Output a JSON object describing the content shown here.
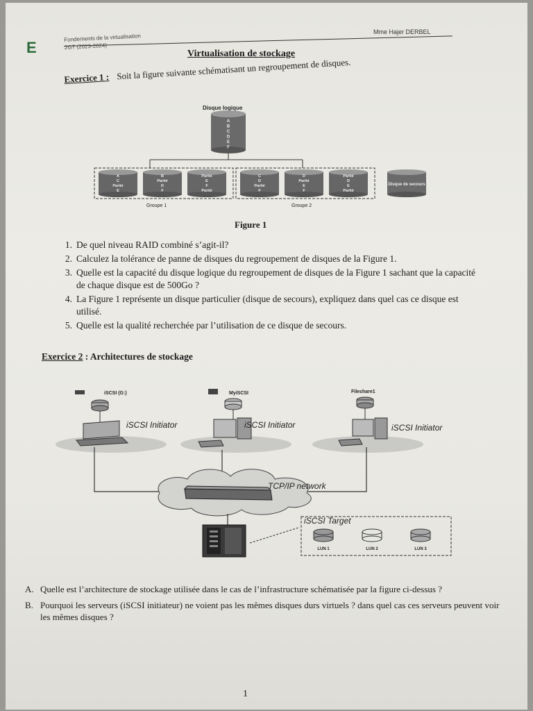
{
  "header": {
    "course": "Fondements de la virtualisation",
    "class_year": "2GT (2023-2024)",
    "teacher": "Mme Hajer DERBEL",
    "logo_letter": "E"
  },
  "title": "Virtualisation de stockage",
  "exercise1": {
    "label": "Exercice 1 :",
    "intro": "Soit la figure suivante schématisant un regroupement de disques.",
    "figure": {
      "logical_disk_title": "Disque logique",
      "logical_disk_letters": [
        "A",
        "B",
        "C",
        "D",
        "E",
        "F"
      ],
      "groups": [
        {
          "label": "Groupe 1",
          "disks": [
            [
              "A",
              "C",
              "Parité",
              "E"
            ],
            [
              "B",
              "Parité",
              "D",
              "F"
            ],
            [
              "Parité",
              "E",
              "F",
              "Parité"
            ]
          ]
        },
        {
          "label": "Groupe 2",
          "disks": [
            [
              "C",
              "D",
              "Parité",
              "F"
            ],
            [
              "D",
              "Parité",
              "E",
              "F"
            ],
            [
              "Parité",
              "D",
              "E",
              "Parité"
            ]
          ]
        }
      ],
      "spare_label": "Disque de secours",
      "caption": "Figure 1"
    },
    "questions": [
      {
        "num": "1.",
        "text": "De quel niveau RAID combiné s’agit-il?"
      },
      {
        "num": "2.",
        "text": "Calculez la tolérance de panne de disques du regroupement de disques de la Figure 1."
      },
      {
        "num": "3.",
        "text": "Quelle est la capacité du disque logique du regroupement de disques de la Figure 1 sachant que la capacité de chaque disque est de 500Go ?"
      },
      {
        "num": "4.",
        "text": "La Figure 1 représente un disque particulier (disque de secours), expliquez dans quel cas ce disque est utilisé."
      },
      {
        "num": "5.",
        "text": "Quelle est la qualité recherchée par l’utilisation de ce disque de secours."
      }
    ]
  },
  "exercise2": {
    "label": "Exercice 2",
    "title": ": Architectures de stockage",
    "figure": {
      "initiators": [
        {
          "disk_label": "iSCSI (G:)",
          "initiator_label": "iSCSI Initiator"
        },
        {
          "disk_label": "MyiSCSI",
          "initiator_label": "iSCSI Initiator"
        },
        {
          "disk_label": "Fileshare1",
          "initiator_label": "iSCSI Initiator"
        }
      ],
      "network_label": "TCP/IP network",
      "target_label": "iSCSI Target",
      "luns": [
        "LUN 1",
        "LUN 2",
        "LUN 3"
      ]
    },
    "questions": [
      {
        "letter": "A.",
        "text": "Quelle est l’architecture de stockage utilisée dans le cas de l’infrastructure schématisée par la figure ci-dessus ?"
      },
      {
        "letter": "B.",
        "text": "Pourquoi les serveurs (iSCSI initiateur) ne voient pas les mêmes disques durs virtuels ? dans quel cas ces serveurs peuvent voir les mêmes disques ?"
      }
    ]
  },
  "page_number": "1"
}
